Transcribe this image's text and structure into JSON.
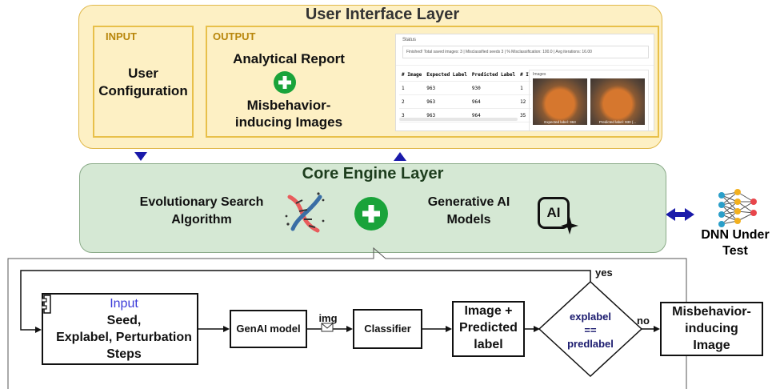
{
  "ui_layer": {
    "title": "User Interface Layer",
    "input_label": "INPUT",
    "input_text_1": "User",
    "input_text_2": "Configuration",
    "output_label": "OUTPUT",
    "output_item_1": "Analytical Report",
    "output_item_2a": "Misbehavior-",
    "output_item_2b": "inducing Images"
  },
  "screenshot": {
    "status_title": "Status",
    "status_text": "Finished! Total saved images: 3 | Misclassified seeds 3 | % Misclassification: 100.0 | Avg iterations: 16.00",
    "table_headers": [
      "# Image",
      "Expected Label",
      "Predicted Label",
      "# I"
    ],
    "table_rows": [
      [
        "1",
        "963",
        "930",
        "1"
      ],
      [
        "2",
        "963",
        "964",
        "12"
      ],
      [
        "3",
        "963",
        "964",
        "35"
      ]
    ],
    "gallery_title": "Images",
    "caption_1": "Expected label: 963",
    "caption_2": "Predicted label: 930 (..."
  },
  "core_layer": {
    "title": "Core Engine Layer",
    "evo_1": "Evolutionary Search",
    "evo_2": "Algorithm",
    "gen_1": "Generative AI",
    "gen_2": "Models",
    "ai_icon_text": "AI"
  },
  "dnn": {
    "line1": "DNN Under",
    "line2": "Test"
  },
  "workflow": {
    "input_title": "Input",
    "input_line1": "Seed,",
    "input_line2": "Explabel, Perturbation",
    "input_line3": "Steps",
    "genai": "GenAI model",
    "img_label": "img",
    "classifier": "Classifier",
    "image_pred_1": "Image +",
    "image_pred_2": "Predicted",
    "image_pred_3": "label",
    "diamond_1": "explabel",
    "diamond_2": "==",
    "diamond_3": "predlabel",
    "yes": "yes",
    "no": "no",
    "misb_1": "Misbehavior-",
    "misb_2": "inducing",
    "misb_3": "Image"
  },
  "colors": {
    "ui_fill": "#fdf0c4",
    "ui_border": "#e0b84a",
    "core_fill": "#d5e8d4",
    "plus_green": "#1aa33a",
    "arrow_blue": "#1a1aaa",
    "input_blue": "#3b3bd8",
    "diamond_text": "#1a1a6e"
  }
}
